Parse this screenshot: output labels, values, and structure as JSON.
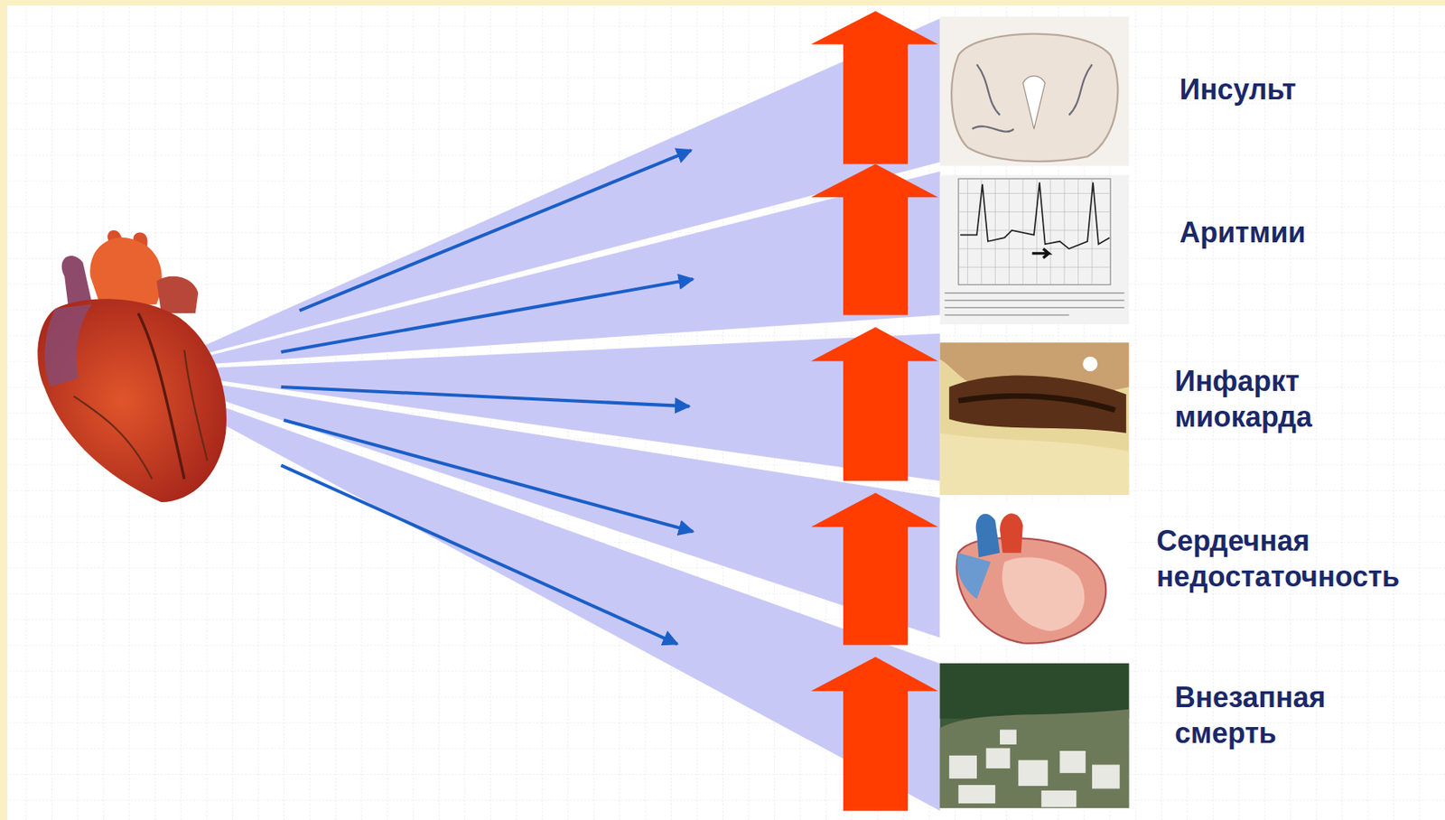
{
  "diagram": {
    "labels": [
      "Инсульт",
      "Аритмии",
      "Инфаркт миокарда",
      "Сердечная недостаточность",
      "Внезапная смерть"
    ]
  }
}
